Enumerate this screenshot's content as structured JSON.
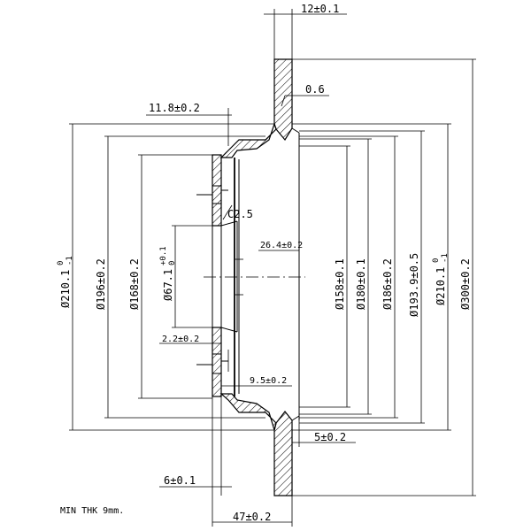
{
  "drawing": {
    "note": "MIN THK 9mm.",
    "dimensions": {
      "thk_top": "12±0.1",
      "angle": "0.6",
      "hub_offset": "11.8±0.2",
      "chamfer": "C2.5",
      "depth_26": "26.4±0.2",
      "step_22": "2.2±0.2",
      "depth_95": "9.5±0.2",
      "flange_5": "5±0.2",
      "flange_6": "6±0.1",
      "overall_47": "47±0.2",
      "d210_left": "Ø210.1",
      "d196": "Ø196±0.2",
      "d168": "Ø168±0.2",
      "d671": "Ø67.1",
      "d158": "Ø158±0.1",
      "d180": "Ø180±0.1",
      "d186": "Ø186±0.2",
      "d1939": "Ø193.9±0.5",
      "d210_right": "Ø210.1",
      "d300": "Ø300±0.2",
      "tol_upper_0": "0",
      "tol_lower_1": "-1",
      "tol_upper_01": "+0.1",
      "tol_lower_0": "0"
    }
  }
}
